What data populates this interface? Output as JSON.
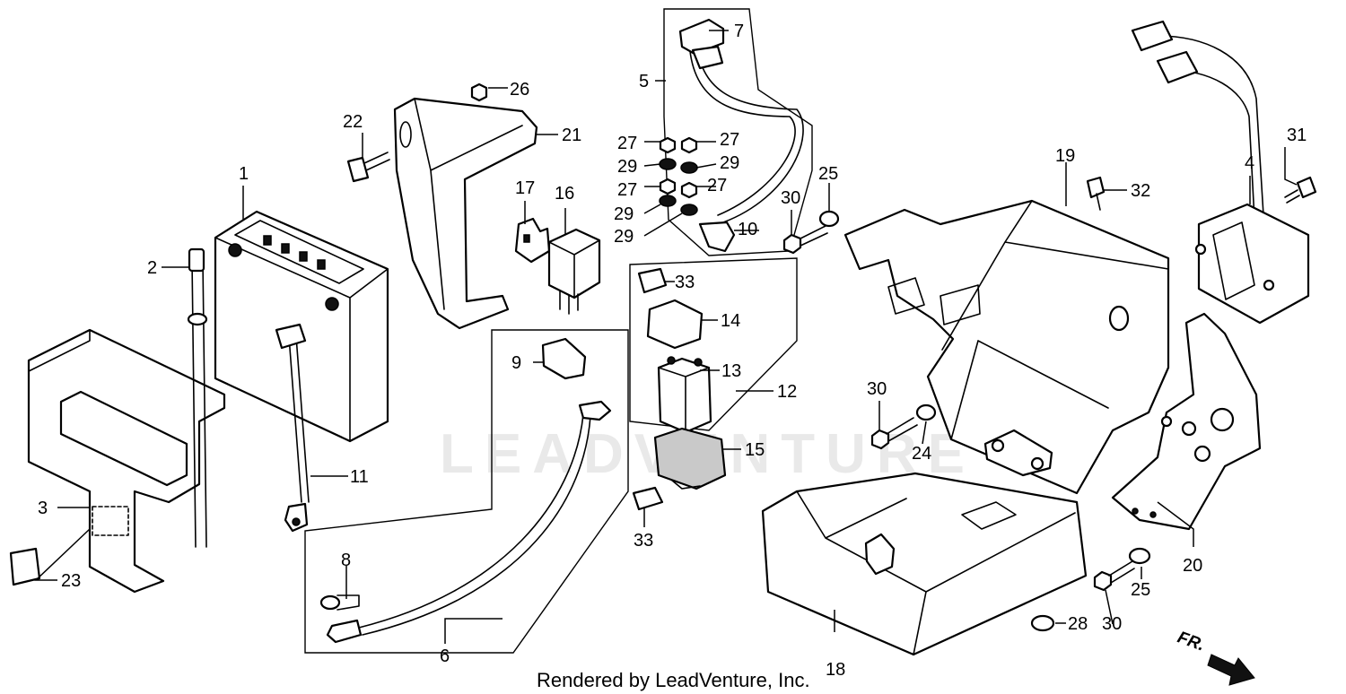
{
  "diagram": {
    "watermark": "LEADVENTURE",
    "footer": "Rendered by LeadVenture, Inc.",
    "direction_label": "FR.",
    "callouts": [
      {
        "id": "c1",
        "text": "1"
      },
      {
        "id": "c2",
        "text": "2"
      },
      {
        "id": "c3",
        "text": "3"
      },
      {
        "id": "c4",
        "text": "4"
      },
      {
        "id": "c5",
        "text": "5"
      },
      {
        "id": "c6",
        "text": "6"
      },
      {
        "id": "c7",
        "text": "7"
      },
      {
        "id": "c8",
        "text": "8"
      },
      {
        "id": "c9",
        "text": "9"
      },
      {
        "id": "c10",
        "text": "10"
      },
      {
        "id": "c11",
        "text": "11"
      },
      {
        "id": "c12",
        "text": "12"
      },
      {
        "id": "c13",
        "text": "13"
      },
      {
        "id": "c14",
        "text": "14"
      },
      {
        "id": "c15",
        "text": "15"
      },
      {
        "id": "c16",
        "text": "16"
      },
      {
        "id": "c17",
        "text": "17"
      },
      {
        "id": "c18",
        "text": "18"
      },
      {
        "id": "c19",
        "text": "19"
      },
      {
        "id": "c20",
        "text": "20"
      },
      {
        "id": "c21",
        "text": "21"
      },
      {
        "id": "c22",
        "text": "22"
      },
      {
        "id": "c23",
        "text": "23"
      },
      {
        "id": "c24",
        "text": "24"
      },
      {
        "id": "c25a",
        "text": "25"
      },
      {
        "id": "c25b",
        "text": "25"
      },
      {
        "id": "c26",
        "text": "26"
      },
      {
        "id": "c27a",
        "text": "27"
      },
      {
        "id": "c27b",
        "text": "27"
      },
      {
        "id": "c27c",
        "text": "27"
      },
      {
        "id": "c27d",
        "text": "27"
      },
      {
        "id": "c28",
        "text": "28"
      },
      {
        "id": "c29a",
        "text": "29"
      },
      {
        "id": "c29b",
        "text": "29"
      },
      {
        "id": "c29c",
        "text": "29"
      },
      {
        "id": "c29d",
        "text": "29"
      },
      {
        "id": "c30a",
        "text": "30"
      },
      {
        "id": "c30b",
        "text": "30"
      },
      {
        "id": "c30c",
        "text": "30"
      },
      {
        "id": "c31",
        "text": "31"
      },
      {
        "id": "c32",
        "text": "32"
      },
      {
        "id": "c33a",
        "text": "33"
      },
      {
        "id": "c33b",
        "text": "33"
      }
    ]
  }
}
